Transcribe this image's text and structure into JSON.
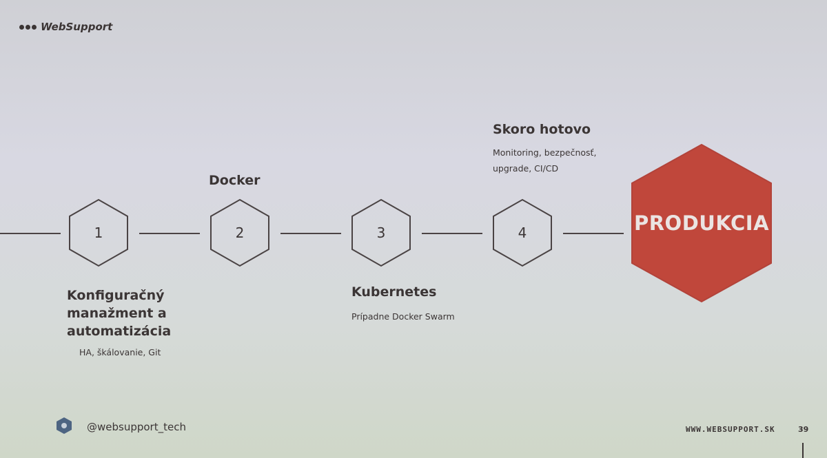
{
  "brand": {
    "name": "WebSupport"
  },
  "steps": [
    {
      "number": "1",
      "title": "Konfiguračný manažment a automatizácia",
      "subtitle": "HA, škálovanie, Git"
    },
    {
      "number": "2",
      "title": "Docker",
      "subtitle": ""
    },
    {
      "number": "3",
      "title": "Kubernetes",
      "subtitle": "Prípadne Docker Swarm"
    },
    {
      "number": "4",
      "title": "Skoro hotovo",
      "subtitle": "Monitoring, bezpečnosť, upgrade, CI/CD"
    }
  ],
  "final_step": {
    "label": "PRODUKCIA",
    "color": "#c0473b"
  },
  "footer": {
    "handle": "@websupport_tech",
    "url": "WWW.WEBSUPPORT.SK",
    "page": "39"
  },
  "colors": {
    "text": "#3b3535",
    "line": "#4a4344",
    "accent": "#c0473b"
  }
}
